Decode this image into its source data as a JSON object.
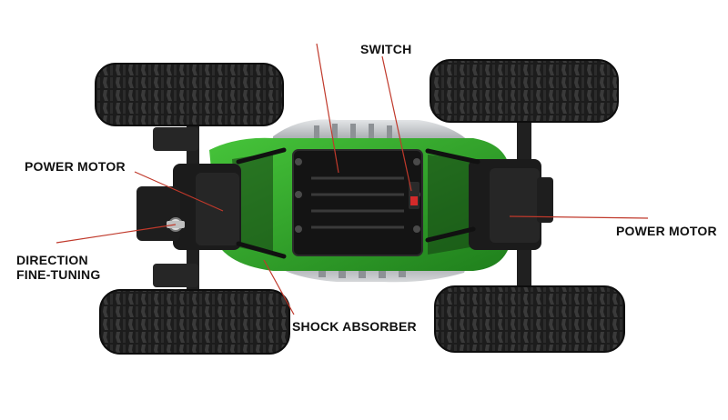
{
  "labels": {
    "switch": "SWITCH",
    "power_motor_left": "POWER MOTOR",
    "power_motor_right": "POWER MOTOR",
    "direction_line1": "DIRECTION",
    "direction_line2": "FINE-TUNING",
    "shock_absorber": "SHOCK ABSORBER"
  },
  "colors": {
    "background": "#ffffff",
    "tire": "#1c1c1c",
    "chassis_green": "#2fa12a",
    "battery_cover": "#141414",
    "silver_part": "#b9bcbf",
    "leader_line": "#c0392b"
  }
}
